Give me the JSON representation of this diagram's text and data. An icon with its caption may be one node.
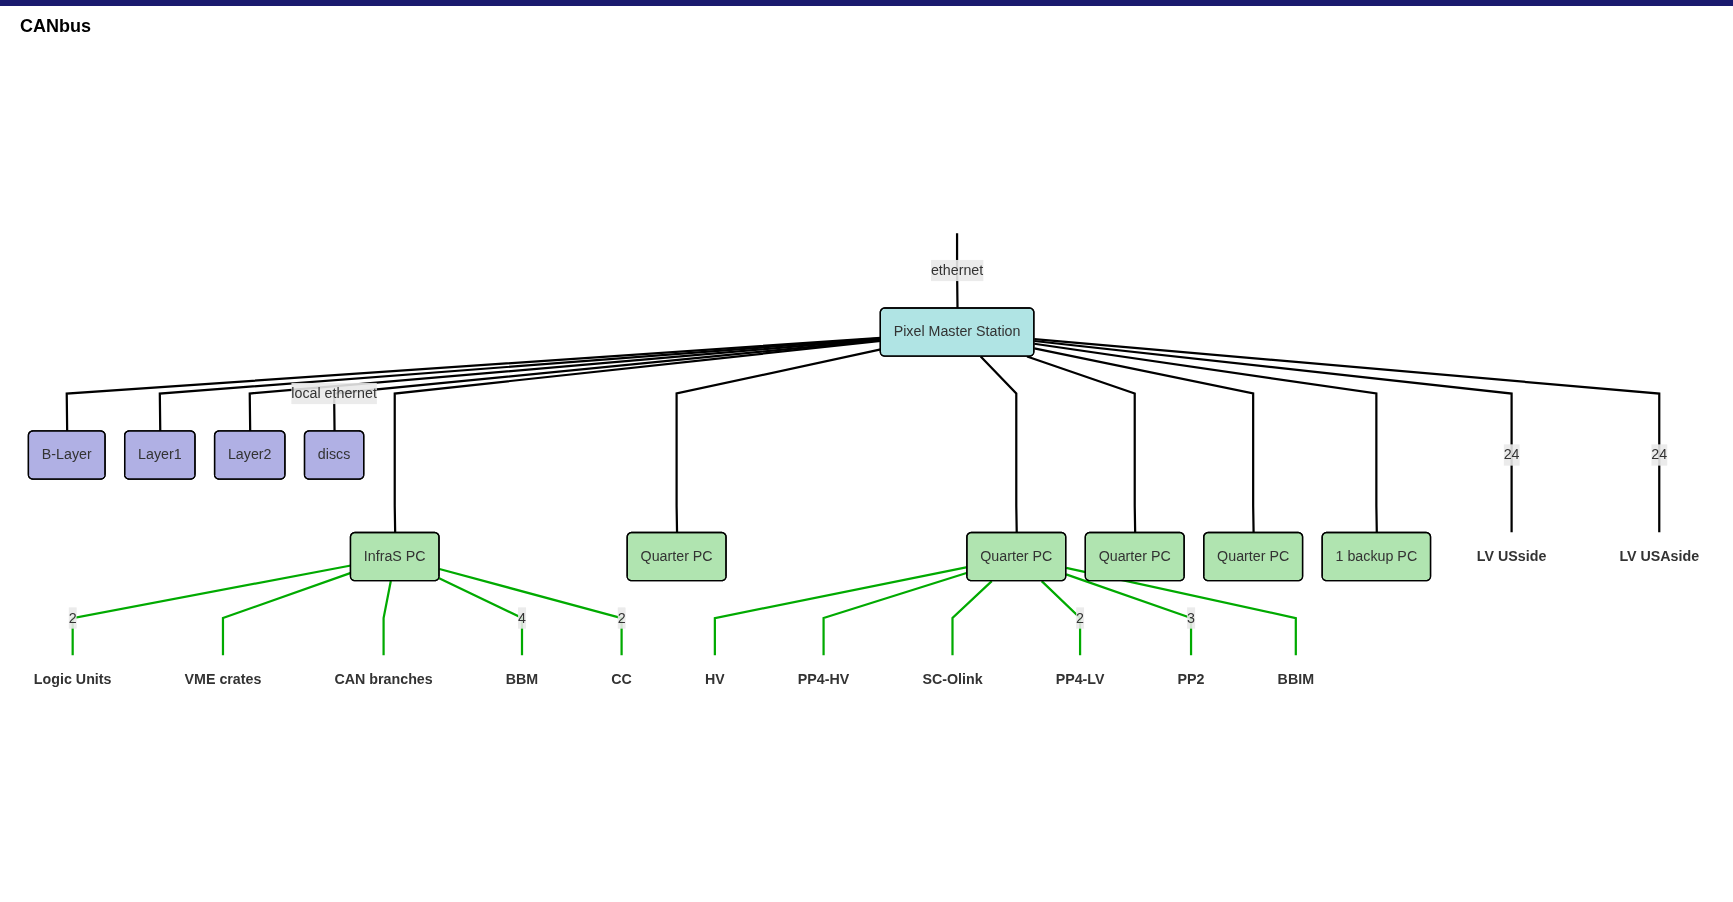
{
  "diagram": {
    "nodes": [
      {
        "text": [
          "Pixel Master Station"
        ]
      },
      {
        "text": [
          "B-Layer"
        ]
      },
      {
        "text": [
          "Layer1"
        ]
      },
      {
        "text": [
          "Layer2"
        ]
      },
      {
        "text": [
          "discs"
        ]
      },
      {
        "text": [
          "InfraS PC"
        ]
      },
      {
        "text": [
          "Quarter PC"
        ]
      },
      {
        "text": [
          "Quarter PC"
        ]
      },
      {
        "text": [
          "Quarter PC"
        ]
      },
      {
        "text": [
          "Quarter PC"
        ]
      },
      {
        "text": [
          "1 backup PC"
        ]
      },
      {
        "text": [
          "Logic Units"
        ]
      },
      {
        "text": [
          "VME crates"
        ]
      },
      {
        "text": [
          "CAN branches"
        ]
      },
      {
        "text": [
          "BBM"
        ]
      },
      {
        "text": [
          "CC"
        ]
      },
      {
        "text": [
          "HV"
        ]
      },
      {
        "text": [
          "PP4-HV"
        ]
      },
      {
        "text": [
          "SC-Olink"
        ]
      },
      {
        "text": [
          "PP4-LV"
        ]
      },
      {
        "text": [
          "PP2"
        ]
      },
      {
        "text": [
          "BBIM"
        ]
      },
      {
        "text": [
          "LV USside"
        ]
      },
      {
        "text": [
          "LV USAside"
        ]
      }
    ],
    "edges": [
      {
        "from": null,
        "to": 0,
        "arrow": "none",
        "label": "ethernet"
      },
      {
        "from": 0,
        "to": 5,
        "arrow": "none"
      },
      {
        "from": 0,
        "to": 1,
        "arrow": "none"
      },
      {
        "from": 0,
        "to": 6,
        "arrow": "none"
      },
      {
        "from": 0,
        "to": 2,
        "arrow": "none"
      },
      {
        "from": 0,
        "to": 7,
        "arrow": "none"
      },
      {
        "from": 0,
        "to": 3,
        "arrow": "none"
      },
      {
        "from": 0,
        "to": 8,
        "arrow": "none"
      },
      {
        "from": 0,
        "to": 4,
        "arrow": "none",
        "label": "local ethernet"
      },
      {
        "from": 0,
        "to": 9,
        "arrow": "none"
      },
      {
        "from": 0,
        "to": 22,
        "arrow": "none",
        "label": "24"
      },
      {
        "from": 0,
        "to": 23,
        "arrow": "none",
        "label": "24"
      },
      {
        "from": 0,
        "to": 10,
        "arrow": "none"
      },
      {
        "from": 5,
        "to": 11,
        "arrow": "none",
        "label": "2",
        "color": "#00aa00"
      },
      {
        "from": 5,
        "to": 12,
        "arrow": "none",
        "color": "#00aa00"
      },
      {
        "from": 5,
        "to": 13,
        "arrow": "none",
        "color": "#00aa00"
      },
      {
        "from": 5,
        "to": 14,
        "arrow": "none",
        "label": "4",
        "color": "#00aa00"
      },
      {
        "from": 5,
        "to": 15,
        "arrow": "none",
        "label": "2",
        "color": "#00aa00"
      },
      {
        "from": 7,
        "to": 16,
        "arrow": "none",
        "color": "#00aa00"
      },
      {
        "from": 7,
        "to": 17,
        "arrow": "none",
        "color": "#00aa00"
      },
      {
        "from": 7,
        "to": 18,
        "arrow": "none",
        "color": "#00aa00"
      },
      {
        "from": 7,
        "to": 19,
        "arrow": "none",
        "label": "2",
        "color": "#00aa00"
      },
      {
        "from": 7,
        "to": 20,
        "arrow": "none",
        "label": "3",
        "color": "#00aa00"
      },
      {
        "from": 7,
        "to": 21,
        "arrow": "none",
        "color": "#00aa00"
      }
    ],
    "labels": [
      "CANbus"
    ]
  }
}
